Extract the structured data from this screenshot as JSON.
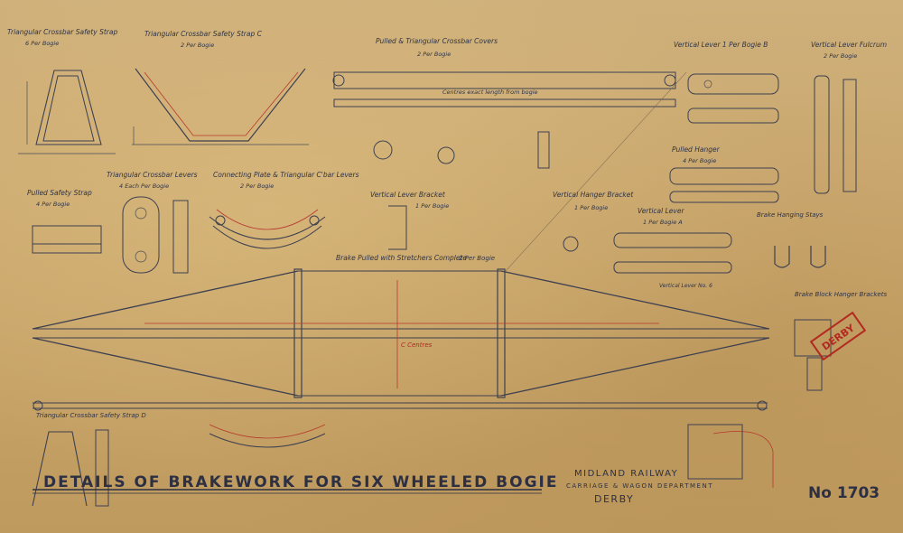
{
  "drawing": {
    "title": "DETAILS OF BRAKEWORK FOR SIX WHEELED BOGIE",
    "company": "MIDLAND RAILWAY",
    "department": "CARRIAGE & WAGON DEPARTMENT",
    "location": "DERBY",
    "number": "No 1703"
  },
  "details": [
    {
      "key": "tri-safety-strap",
      "title": "Triangular Crossbar Safety Strap",
      "qty": "6 Per Bogie"
    },
    {
      "key": "tri-safety-strap-c",
      "title": "Triangular Crossbar Safety Strap C",
      "qty": "2 Per Bogie"
    },
    {
      "key": "pulled-tri-covers",
      "title": "Pulled & Triangular Crossbar Covers",
      "qty": "2 Per Bogie"
    },
    {
      "key": "vertical-lever-b",
      "title": "Vertical Lever 1 Per Bogie B",
      "qty": ""
    },
    {
      "key": "vertical-lever-fulcrum",
      "title": "Vertical Lever Fulcrum",
      "qty": "2 Per Bogie"
    },
    {
      "key": "pulled-hanger",
      "title": "Pulled Hanger",
      "qty": "4 Per Bogie"
    },
    {
      "key": "tri-crossbar-levers",
      "title": "Triangular Crossbar Levers",
      "qty": "4 Each Per Bogie"
    },
    {
      "key": "connecting-plate",
      "title": "Connecting Plate & Triangular C'bar Levers",
      "qty": "2 Per Bogie"
    },
    {
      "key": "pulled-safety-strap",
      "title": "Pulled Safety Strap",
      "qty": "4 Per Bogie"
    },
    {
      "key": "vertical-lever-bracket",
      "title": "Vertical Lever Bracket",
      "qty": "1 Per Bogie"
    },
    {
      "key": "vertical-hanger-bracket",
      "title": "Vertical Hanger Bracket",
      "qty": "1 Per Bogie"
    },
    {
      "key": "vertical-lever-a",
      "title": "Vertical Lever",
      "qty": "1 Per Bogie A"
    },
    {
      "key": "brake-hanger-stays",
      "title": "Brake Hanging Stays",
      "qty": ""
    },
    {
      "key": "brake-pulled-main",
      "title": "Brake Pulled with Stretchers Complete",
      "qty": "2 Per Bogie"
    },
    {
      "key": "brake-block-hanger",
      "title": "Brake Block Hanger Brackets",
      "qty": ""
    },
    {
      "key": "tri-crossbar-d",
      "title": "Triangular Crossbar Safety Strap D",
      "qty": ""
    }
  ],
  "annotations": {
    "centres_main": "C Centres",
    "centres_pulled": "Centres exact length from bogie",
    "vertical_lever_no": "Vertical Lever No. 6",
    "rubber_stamp": "DERBY"
  }
}
